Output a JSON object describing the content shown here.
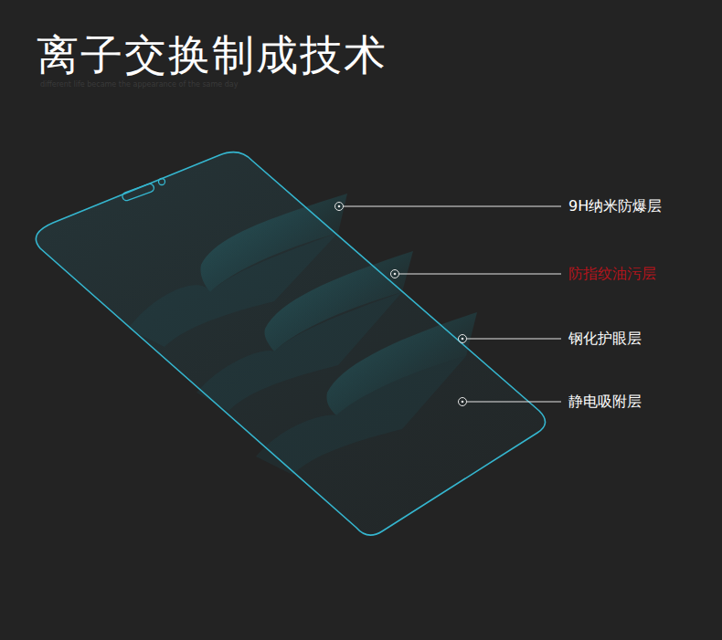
{
  "diagram": {
    "title": "离子交换制成技术",
    "labels": [
      "different life became the appearance of the same day",
      "9H纳米防爆层",
      "防指纹油污层",
      "钢化护眼层",
      "静电吸附层"
    ]
  }
}
